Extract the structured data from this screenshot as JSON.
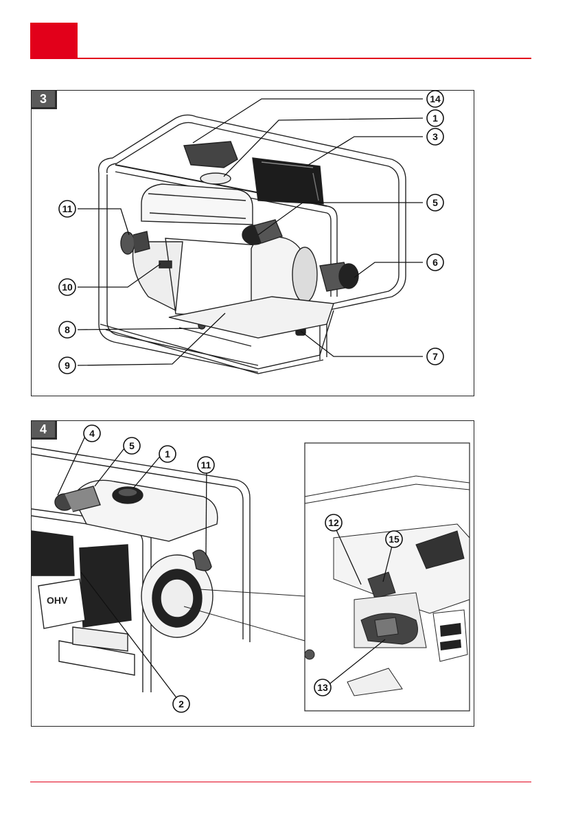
{
  "colors": {
    "accent": "#e2001a",
    "frame": "#222222",
    "label_bg": "#5b5b5b"
  },
  "figure3": {
    "label": "3",
    "callouts": [
      "14",
      "1",
      "3",
      "5",
      "11",
      "6",
      "10",
      "8",
      "7",
      "9"
    ]
  },
  "figure4": {
    "label": "4",
    "callouts": [
      "4",
      "5",
      "1",
      "11",
      "2"
    ],
    "detail_callouts": [
      "12",
      "15",
      "13"
    ],
    "engine_text": "OHV"
  }
}
